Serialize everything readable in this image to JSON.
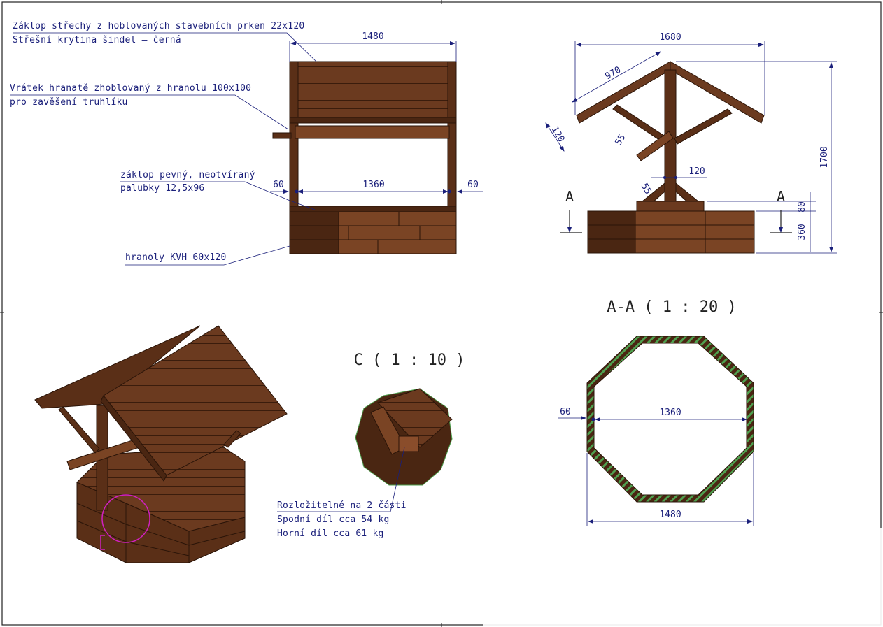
{
  "notes": {
    "roof_line1": "Záklop střechy z hoblovaných stavebních prken 22x120",
    "roof_line2": "Střešní krytina šindel – černá",
    "winch_line1": "Vrátek hranatě zhoblovaný z hranolu 100x100",
    "winch_line2": "pro zavěšení truhlíku",
    "floor_line1": "záklop pevný, neotvíraný",
    "floor_line2": "palubky 12,5x96",
    "beams": "hranoly KVH 60x120",
    "split_line1": "Rozložitelné na 2 části",
    "split_line2": "Spodní díl cca 54 kg",
    "split_line3": "Horní díl cca 61 kg"
  },
  "front_view": {
    "width": "1480",
    "inner": "1360",
    "left_wall": "60",
    "right_wall": "60"
  },
  "side_view": {
    "width": "1680",
    "rafter": "970",
    "rafter_depth": "120",
    "brace": "55",
    "post": "120",
    "brace_low": "55",
    "height": "1700",
    "top_rail": "80",
    "base_height": "360",
    "cut_left": "A",
    "cut_right": "A"
  },
  "detail": {
    "title": "C ( 1 : 10 )"
  },
  "section": {
    "title": "A-A ( 1 : 20 )",
    "wall": "60",
    "inner": "1360",
    "outer": "1480"
  },
  "colors": {
    "wood": "#6b3a1f",
    "wood_light": "#8a4d2b",
    "wood_dark": "#4a2612",
    "dim_line": "#1a1f7a",
    "hatch": "#4fa04f",
    "highlight": "#d020c0"
  }
}
